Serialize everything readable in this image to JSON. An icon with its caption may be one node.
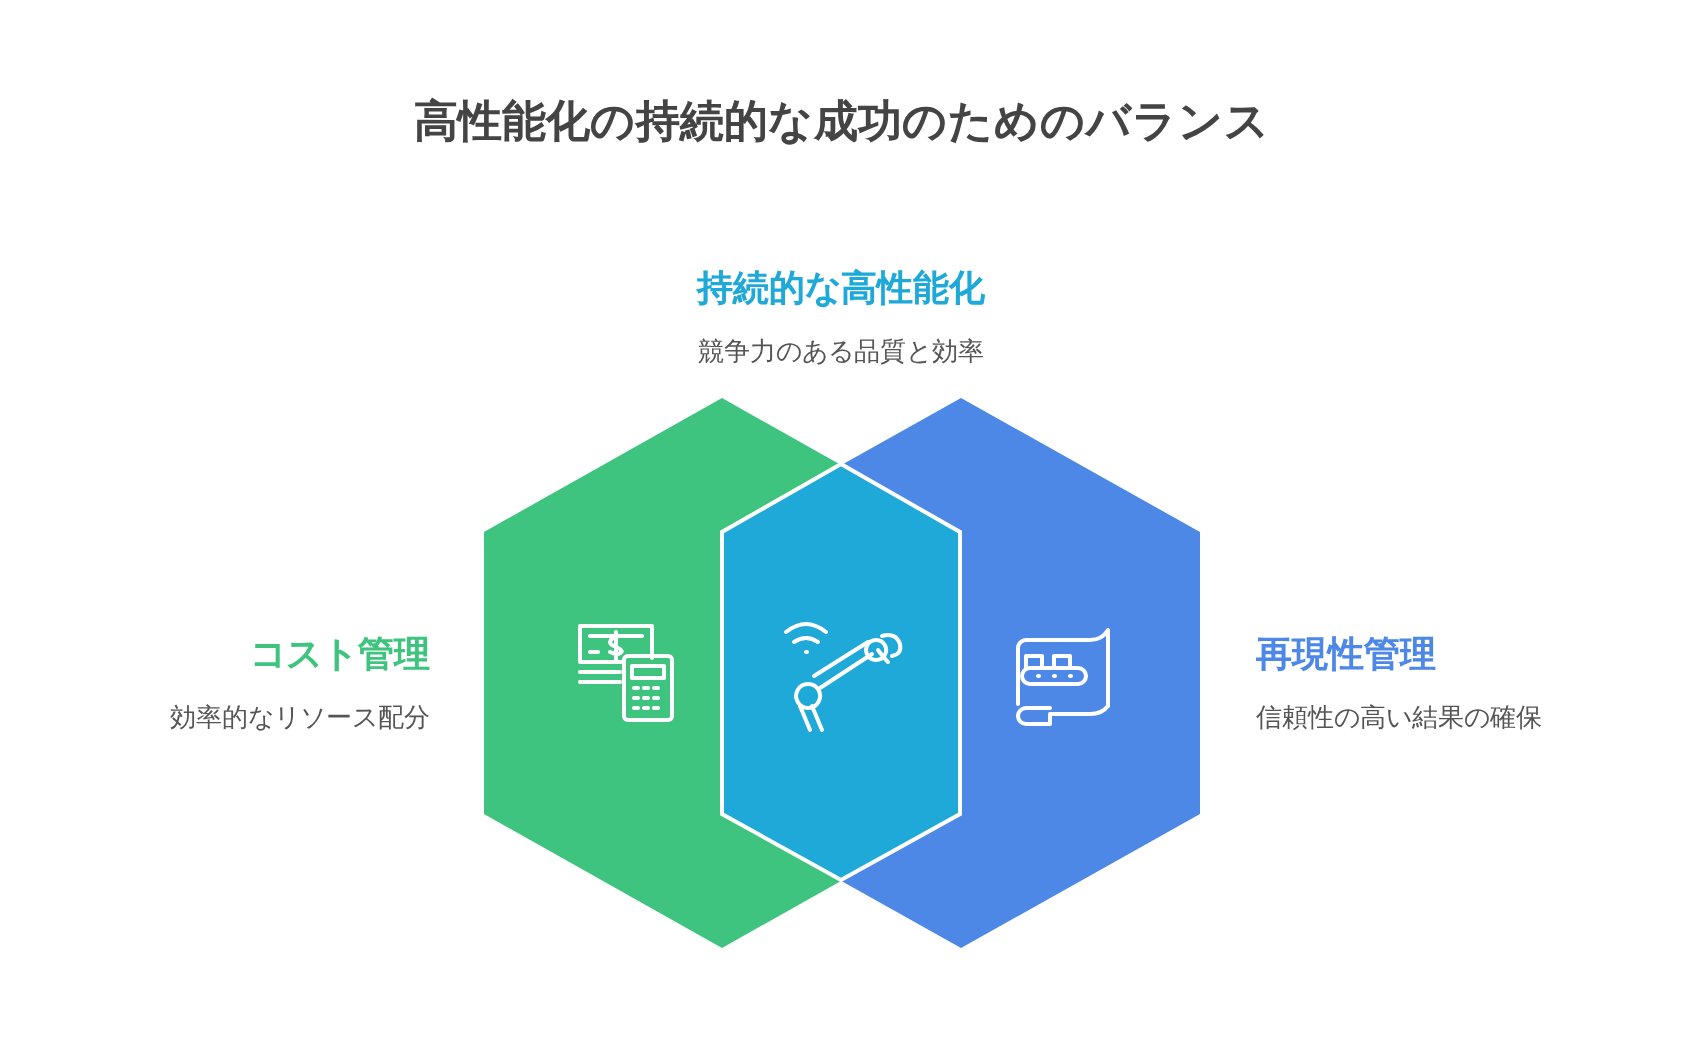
{
  "diagram": {
    "title": "高性能化の持続的な成功のためのバランス",
    "nodes": [
      {
        "text": [],
        "shape": "hexagon"
      },
      {
        "text": [
          "コスト管理"
        ],
        "beside": [
          "効率的なリソース配分"
        ]
      },
      {
        "text": [
          "再現性管理"
        ],
        "beside": [
          "信頼性の高い結果の確保"
        ]
      }
    ],
    "labels": [
      "持続的な高性能化",
      "競争力のある品質と効率"
    ]
  }
}
